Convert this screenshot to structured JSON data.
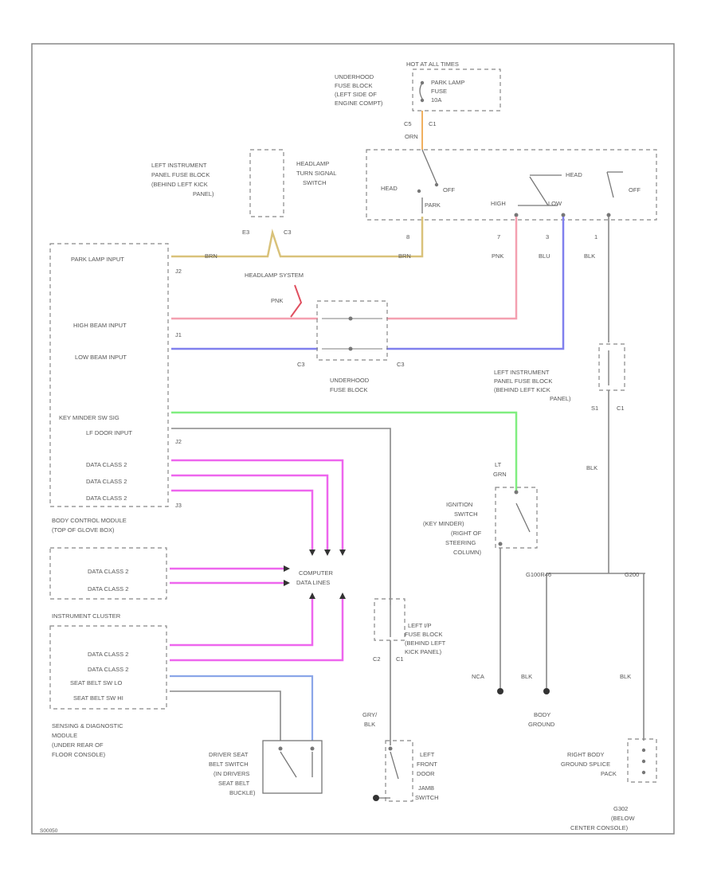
{
  "colors": {
    "tan": "#d9c27a",
    "orange": "#f0b060",
    "pink": "#f4a0b0",
    "blue": "#8080ee",
    "green": "#80ee80",
    "magenta": "#ee66ee",
    "lightblue": "#8aa6e8",
    "gray": "#888888"
  },
  "labels": {
    "hot_all_times": "HOT AT ALL TIMES",
    "underhood_fuse_block_top": [
      "UNDERHOOD",
      "FUSE BLOCK",
      "(LEFT SIDE OF",
      "ENGINE COMPT)"
    ],
    "park_lamp_fuse": [
      "PARK LAMP",
      "FUSE",
      "10A"
    ],
    "c5": "C5",
    "c1_top": "C1",
    "orn": "ORN",
    "left_ip_fuse_block_top": [
      "LEFT INSTRUMENT",
      "PANEL FUSE BLOCK",
      "(BEHIND LEFT KICK",
      "PANEL)"
    ],
    "headlamp_switch": [
      "HEADLAMP",
      "TURN SIGNAL",
      "SWITCH"
    ],
    "head": "HEAD",
    "off": "OFF",
    "park": "PARK",
    "high": "HIGH",
    "low": "LOW",
    "off2": "OFF",
    "head2": "HEAD",
    "e3": "E3",
    "c3": "C3",
    "pin_8": "8",
    "pin_7": "7",
    "pin_3": "3",
    "pin_1": "1",
    "brn": "BRN",
    "pnk": "PNK",
    "blu": "BLU",
    "blk": "BLK",
    "bcm_inputs": [
      "PARK LAMP INPUT",
      "HIGH BEAM INPUT",
      "LOW BEAM INPUT",
      "KEY MINDER SW SIG",
      "LF DOOR INPUT",
      "DATA CLASS 2",
      "DATA CLASS 2",
      "DATA CLASS 2"
    ],
    "j2": "J2",
    "j1": "J1",
    "j3": "J3",
    "headlamp_system": "HEADLAMP SYSTEM",
    "pnk_tag": "PNK",
    "underhood_fuse_block_mid": [
      "UNDERHOOD",
      "FUSE BLOCK"
    ],
    "c3_mid": "C3",
    "c3_mid2": "C3",
    "left_ip_fuse_block_right": [
      "LEFT INSTRUMENT",
      "PANEL FUSE BLOCK",
      "(BEHIND LEFT KICK",
      "PANEL)"
    ],
    "s1": "S1",
    "c1_right": "C1",
    "bcm_name": [
      "BODY CONTROL MODULE",
      "(TOP OF GLOVE BOX)"
    ],
    "lt_grn": [
      "LT",
      "GRN"
    ],
    "ignition_switch": [
      "IGNITION",
      "SWITCH",
      "(KEY MINDER)",
      "(RIGHT OF",
      "STEERING",
      "COLUMN)"
    ],
    "computer_data_lines": [
      "COMPUTER",
      "DATA LINES"
    ],
    "data_class": [
      "DATA CLASS 2",
      "DATA CLASS 2"
    ],
    "g_labels": [
      "G100R46",
      "G200"
    ],
    "instrument_cluster": "INSTRUMENT CLUSTER",
    "left_ip_fuse_block_bottom": [
      "LEFT I/P",
      "FUSE BLOCK",
      "(BEHIND LEFT",
      "KICK PANEL)"
    ],
    "c2": "C2",
    "c1_b": "C1",
    "ipc_inputs": [
      "DATA CLASS 2",
      "DATA CLASS 2",
      "SEAT BELT SW LO",
      "SEAT BELT SW HI"
    ],
    "nca": "NCA",
    "blk_a": "BLK",
    "blk_b": "BLK",
    "sdm": [
      "SENSING & DIAGNOSTIC",
      "MODULE",
      "(UNDER REAR OF",
      "FLOOR CONSOLE)"
    ],
    "gry_blk": [
      "GRY/",
      "BLK"
    ],
    "body_ground": [
      "BODY",
      "GROUND"
    ],
    "driver_seat_belt": [
      "DRIVER SEAT",
      "BELT SWITCH",
      "(IN DRIVERS",
      "SEAT BELT",
      "BUCKLE)"
    ],
    "left_front_door_jamb": [
      "LEFT",
      "FRONT",
      "DOOR",
      "JAMB",
      "SWITCH"
    ],
    "right_body_ground": [
      "RIGHT BODY",
      "GROUND SPLICE",
      "PACK"
    ],
    "g302": [
      "G302",
      "(BELOW",
      "CENTER CONSOLE)"
    ],
    "footer_id": "S00050"
  }
}
